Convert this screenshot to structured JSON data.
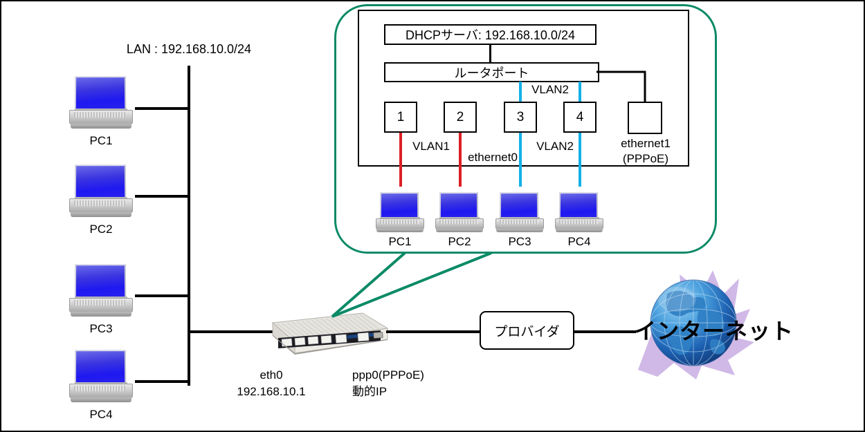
{
  "diagram": {
    "title": "Network diagram: LAN with VLAN router",
    "lan_label": "LAN : 192.168.10.0/24",
    "colors": {
      "callout_green": "#0b8a66",
      "vlan1_red": "#dd1f26",
      "vlan2_cyan": "#12b0e8",
      "globe_blue": "#1f6fc4",
      "globe_accent_purple": "#c4a8e0",
      "line_black": "#000000"
    }
  },
  "lan_pcs": [
    {
      "label": "PC1"
    },
    {
      "label": "PC2"
    },
    {
      "label": "PC3"
    },
    {
      "label": "PC4"
    }
  ],
  "router_device": {
    "eth0_label_line1": "eth0",
    "eth0_label_line2": "192.168.10.1",
    "ppp0_label_line1": "ppp0(PPPoE)",
    "ppp0_label_line2": "動的IP"
  },
  "provider": {
    "label": "プロバイダ"
  },
  "internet": {
    "label": "インターネット"
  },
  "callout": {
    "dhcp_box": "DHCPサーバ: 192.168.10.0/24",
    "router_port_box": "ルータポート",
    "ports": [
      {
        "label": "1"
      },
      {
        "label": "2"
      },
      {
        "label": "3"
      },
      {
        "label": "4"
      }
    ],
    "ethernet1_box": "",
    "labels": {
      "vlan2_top": "VLAN2",
      "vlan1": "VLAN1",
      "ethernet0": "ethernet0",
      "vlan2_bottom": "VLAN2",
      "ethernet1_line1": "ethernet1",
      "ethernet1_line2": "(PPPoE)"
    },
    "pcs": [
      {
        "label": "PC1"
      },
      {
        "label": "PC2"
      },
      {
        "label": "PC3"
      },
      {
        "label": "PC4"
      }
    ]
  }
}
